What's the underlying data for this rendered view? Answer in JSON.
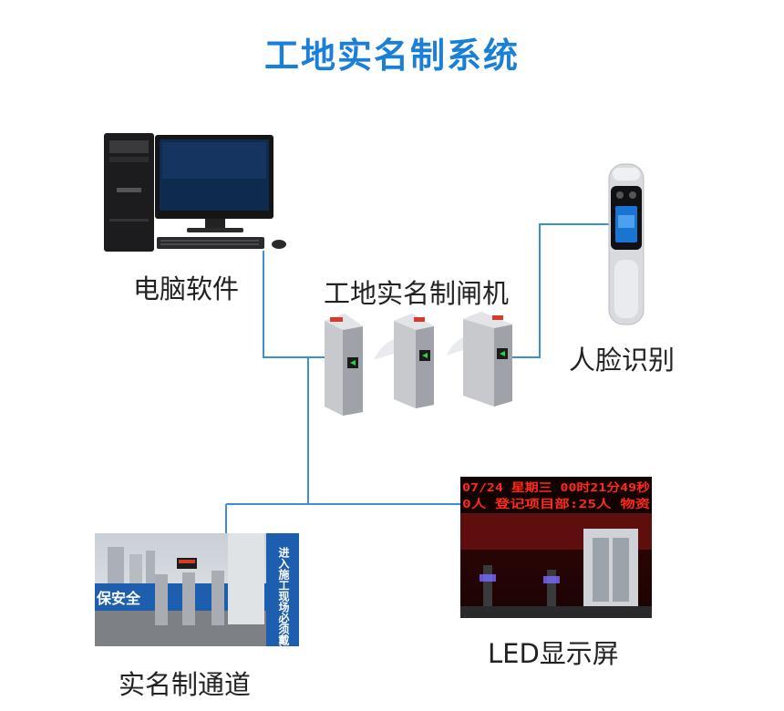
{
  "title": "工地实名制系统",
  "labels": {
    "computer": "电脑软件",
    "gates": "工地实名制闸机",
    "face": "人脸识别",
    "channel": "实名制通道",
    "led": "LED显示屏"
  },
  "led_screen": {
    "line1": "07/24 星期三 00时21分49秒",
    "line2": "0人 登记项目部:25人 物资"
  },
  "channel_photo": {
    "sign_vertical": "进入施工现场必须戴好安全帽",
    "banner": "保安全"
  },
  "colors": {
    "title": "#1a7fd6",
    "connector": "#3a8fd8"
  }
}
